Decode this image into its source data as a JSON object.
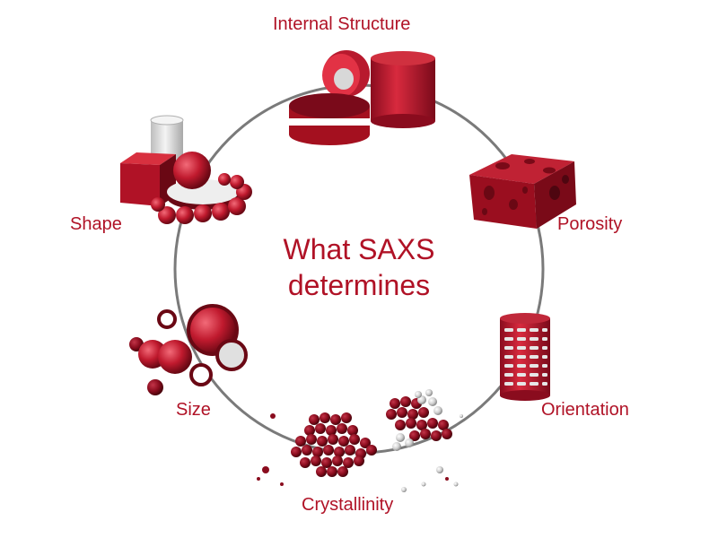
{
  "title": {
    "line1": "What SAXS",
    "line2": "determines"
  },
  "labels": {
    "internal_structure": "Internal Structure",
    "porosity": "Porosity",
    "orientation": "Orientation",
    "crystallinity": "Crystallinity",
    "size": "Size",
    "shape": "Shape"
  },
  "colors": {
    "accent": "#b01226",
    "dark_red": "#7a0a1a",
    "ring": "#7a7a7a",
    "light_gray": "#d9d9d9"
  }
}
